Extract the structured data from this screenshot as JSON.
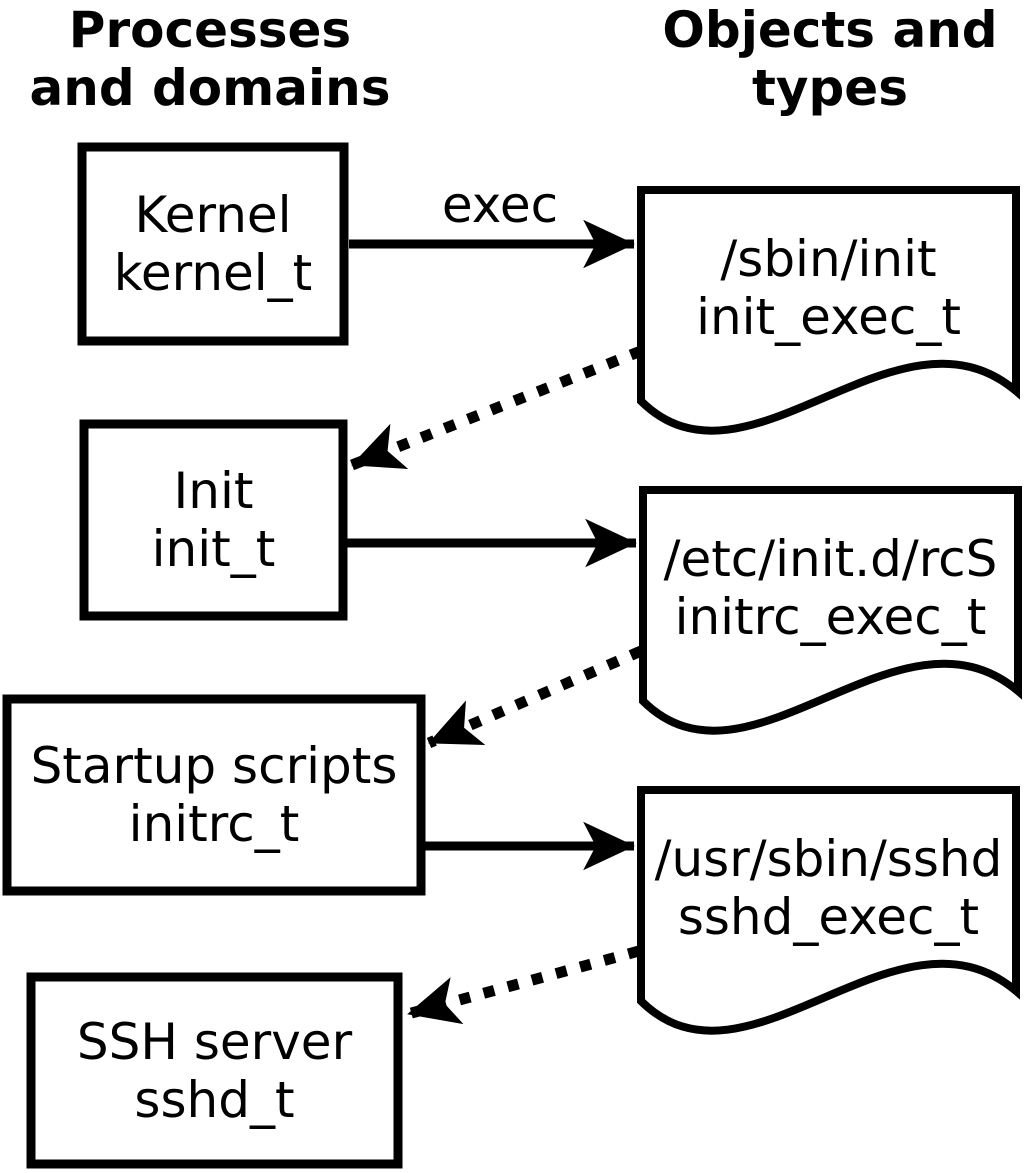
{
  "headers": {
    "left": {
      "line1": "Processes",
      "line2": "and domains"
    },
    "right": {
      "line1": "Objects and",
      "line2": "types"
    }
  },
  "processes": [
    {
      "label": "Kernel",
      "type": "kernel_t"
    },
    {
      "label": "Init",
      "type": "init_t"
    },
    {
      "label": "Startup scripts",
      "type": "initrc_t"
    },
    {
      "label": "SSH server",
      "type": "sshd_t"
    }
  ],
  "objects": [
    {
      "label": "/sbin/init",
      "type": "init_exec_t"
    },
    {
      "label": "/etc/init.d/rcS",
      "type": "initrc_exec_t"
    },
    {
      "label": "/usr/sbin/sshd",
      "type": "sshd_exec_t"
    }
  ],
  "edges": {
    "exec_arrow_label": "exec",
    "solid": [
      {
        "from": "kernel_t",
        "to": "init_exec_t"
      },
      {
        "from": "init_t",
        "to": "initrc_exec_t"
      },
      {
        "from": "initrc_t",
        "to": "sshd_exec_t"
      }
    ],
    "dotted": [
      {
        "from": "init_exec_t",
        "to": "init_t"
      },
      {
        "from": "initrc_exec_t",
        "to": "initrc_t"
      },
      {
        "from": "sshd_exec_t",
        "to": "sshd_t"
      }
    ]
  },
  "colors": {
    "ink": "#000000",
    "paper": "#ffffff"
  }
}
